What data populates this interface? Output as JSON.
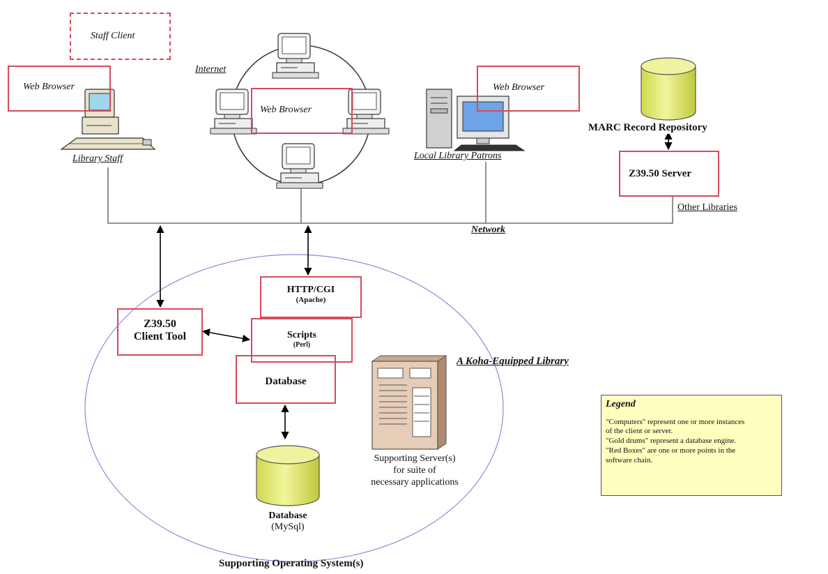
{
  "labels": {
    "staff_client": "Staff Client",
    "web_browser_staff": "Web Browser",
    "library_staff": "Library Staff",
    "internet": "Internet",
    "web_browser_internet": "Web Browser",
    "web_browser_local": "Web Browser",
    "local_patrons": "Local Library Patrons",
    "marc_repository": "MARC Record Repository",
    "z3950_server": "Z39.50 Server",
    "other_libraries": "Other Libraries",
    "network": "Network",
    "http_cgi": "HTTP/CGI",
    "apache": "(Apache)",
    "z3950_client_line1": "Z39.50",
    "z3950_client_line2": "Client Tool",
    "scripts": "Scripts",
    "perl": "(Perl)",
    "database_box": "Database",
    "koha_library": "A Koha-Equipped Library",
    "supporting_server_line1": "Supporting Server(s)",
    "supporting_server_line2": "for suite of",
    "supporting_server_line3": "necessary applications",
    "database_drum_line1": "Database",
    "database_drum_line2": "(MySql)",
    "supporting_os": "Supporting Operating System(s)"
  },
  "legend": {
    "title": "Legend",
    "line1": "\"Computers\" represent one or more instances",
    "line2": "of the client or server.",
    "line3": "\"Gold drums\" represent a database engine.",
    "line4": "\"Red Boxes\" are one or more points in the",
    "line5": "software chain."
  },
  "colors": {
    "red_box": "#d64a5a",
    "drum_fill": "#e4ec7a",
    "ellipse": "#8a8ad8",
    "legend_bg": "#ffffc0"
  }
}
